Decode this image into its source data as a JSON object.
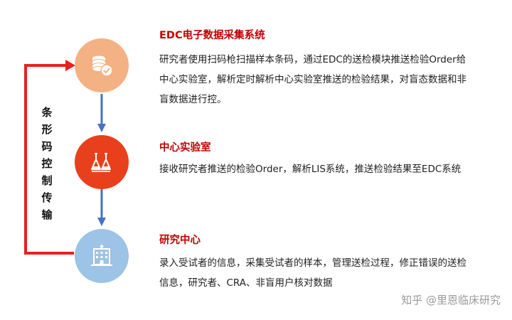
{
  "side_label": "条形码控制传输",
  "watermark": "知乎 @里恩临床研究",
  "colors": {
    "title_red": "#c00000",
    "loop_arrow": "#e8201e",
    "down_arrow": "#4472c4",
    "circle_1": "#f4b183",
    "circle_2": "#e8401c",
    "circle_3": "#9dc3e6"
  },
  "steps": [
    {
      "title": "EDC电子数据采集系统",
      "description": "研究者使用扫码枪扫描样本条码，通过EDC的送检模块推送检验Order给中心实验室，解析定时解析中心实验室推送的检验结果，对盲态数据和非盲数据进行控。",
      "icon": "coins-check-icon"
    },
    {
      "title": "中心实验室",
      "description": "接收研究者推送的检验Order，解析LIS系统，推送检验结果至EDC系统",
      "icon": "lab-flasks-icon"
    },
    {
      "title": "研究中心",
      "description": "录入受试者的信息，采集受试者的样本，管理送检过程，修正错误的送检信息，研究者、CRA、非盲用户核对数据",
      "icon": "hospital-building-icon"
    }
  ]
}
